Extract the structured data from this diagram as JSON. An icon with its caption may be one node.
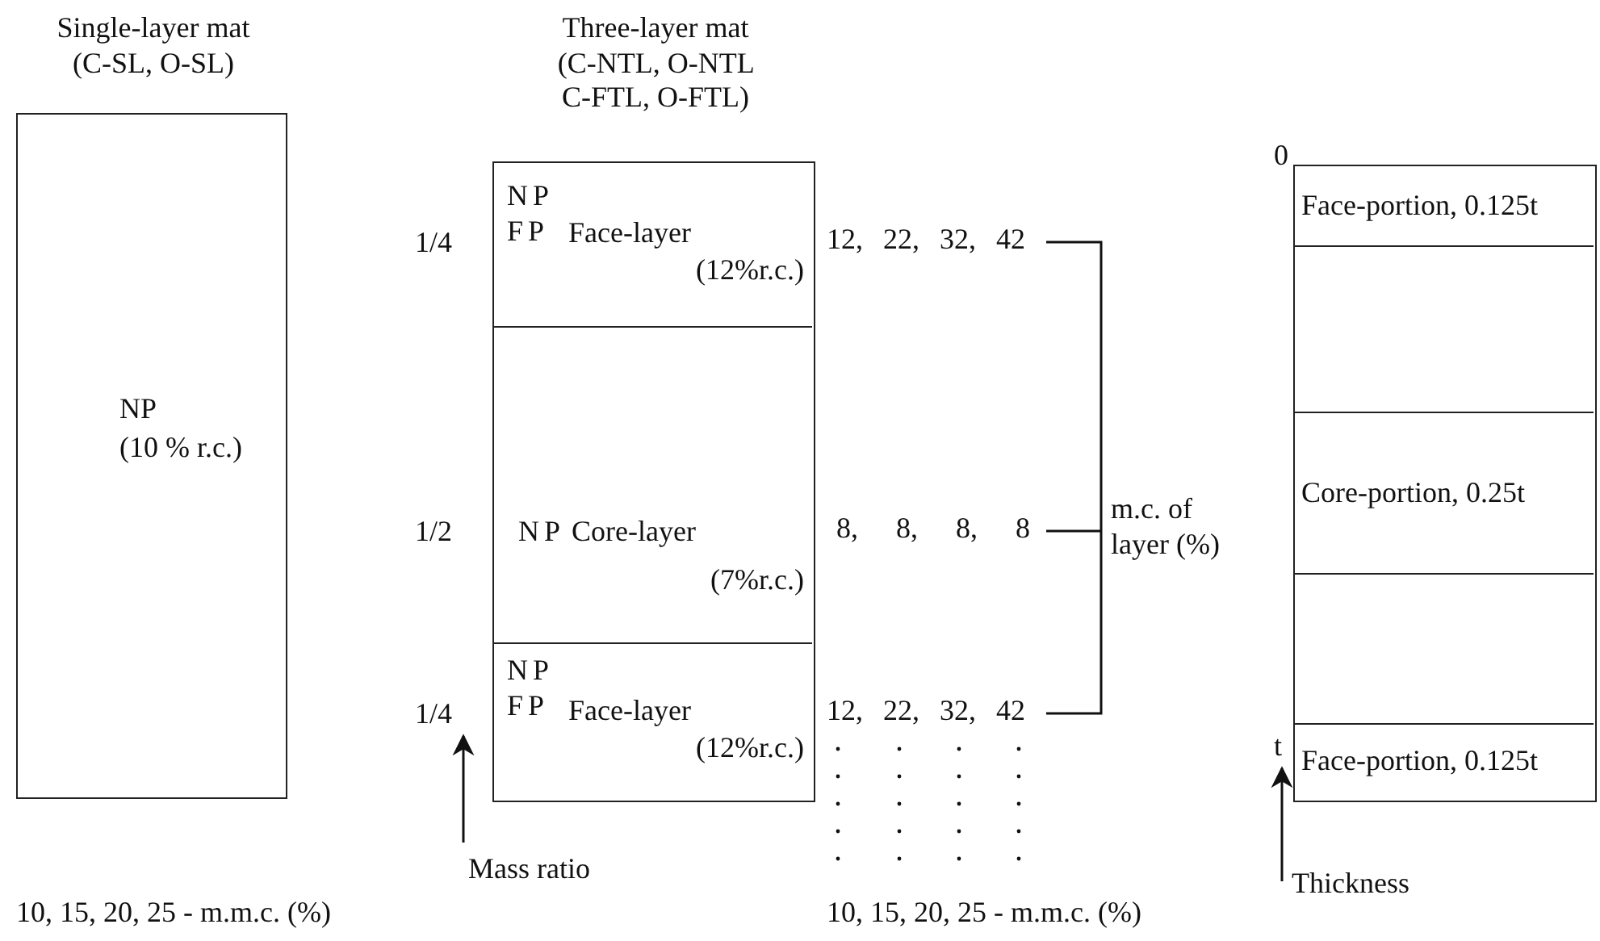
{
  "diagram": {
    "nodes": [
      {
        "text": [
          "Single-layer mat (C-SL, O-SL)",
          "NP",
          "(10 % r.c.)"
        ]
      },
      {
        "text": [
          "Three-layer mat (C-NTL, O-NTL C-FTL, O-FTL)"
        ]
      },
      {
        "text": [
          "NP FP",
          "Face-layer",
          "(12%r.c.)"
        ],
        "in": 1
      },
      {
        "text": [
          "NP",
          "Core-layer",
          "(7%r.c.)"
        ],
        "in": 1
      },
      {
        "text": [
          "NP FP",
          "Face-layer",
          "(12%r.c.)"
        ],
        "in": 1
      },
      {
        "text": [],
        "shape": "box"
      },
      {
        "text": [
          "Face-portion, 0.125t"
        ],
        "in": 5
      },
      {
        "text": [],
        "shape": "box",
        "in": 5
      },
      {
        "text": [
          "Core-portion, 0.25t"
        ],
        "in": 5
      },
      {
        "text": [],
        "shape": "box",
        "in": 5
      },
      {
        "text": [
          "Face-portion, 0.125t"
        ],
        "in": 5
      }
    ],
    "labels": [
      "1/4",
      "1/2",
      "1/4",
      "Mass ratio",
      "12, 22, 32, 42",
      "8, 8, 8, 8",
      "12, 22, 32, 42",
      "m.c. of layer (%)",
      "10, 15, 20, 25 - m.m.c. (%)",
      "10, 15, 20, 25 - m.m.c. (%)",
      "0",
      "t",
      "Thickness"
    ]
  }
}
